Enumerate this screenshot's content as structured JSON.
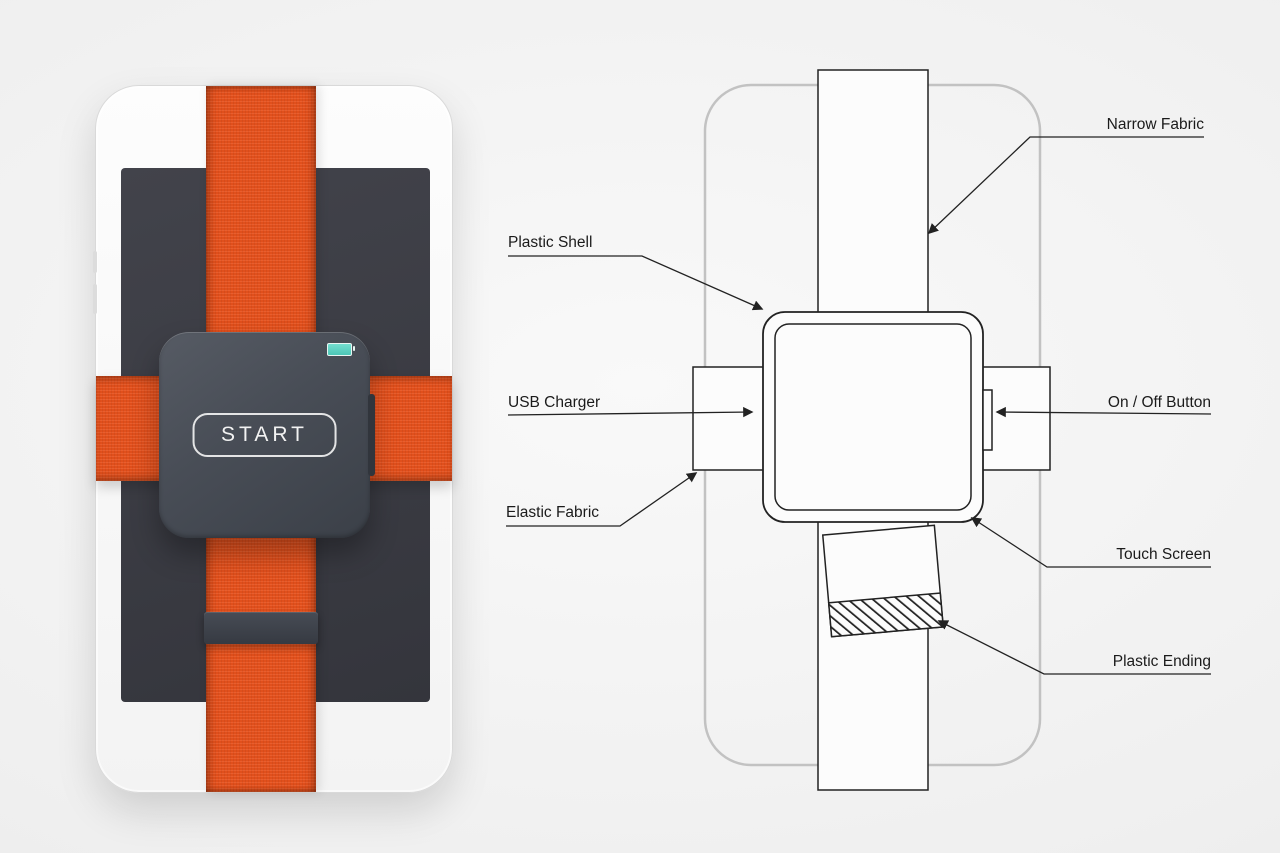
{
  "photo": {
    "start_button_label": "START"
  },
  "diagram": {
    "labels": {
      "narrow_fabric": "Narrow Fabric",
      "plastic_shell": "Plastic Shell",
      "usb_charger": "USB Charger",
      "elastic_fabric": "Elastic Fabric",
      "on_off_button": "On / Off Button",
      "touch_screen": "Touch Screen",
      "plastic_ending": "Plastic Ending"
    }
  },
  "colors": {
    "strap_orange": "#e8521d",
    "device_gray": "#474b54",
    "outline_dark": "#222222",
    "phone_outline_gray": "#c2c2c2",
    "battery_teal": "#5ed3c4",
    "background_gray": "#eeeeee"
  }
}
